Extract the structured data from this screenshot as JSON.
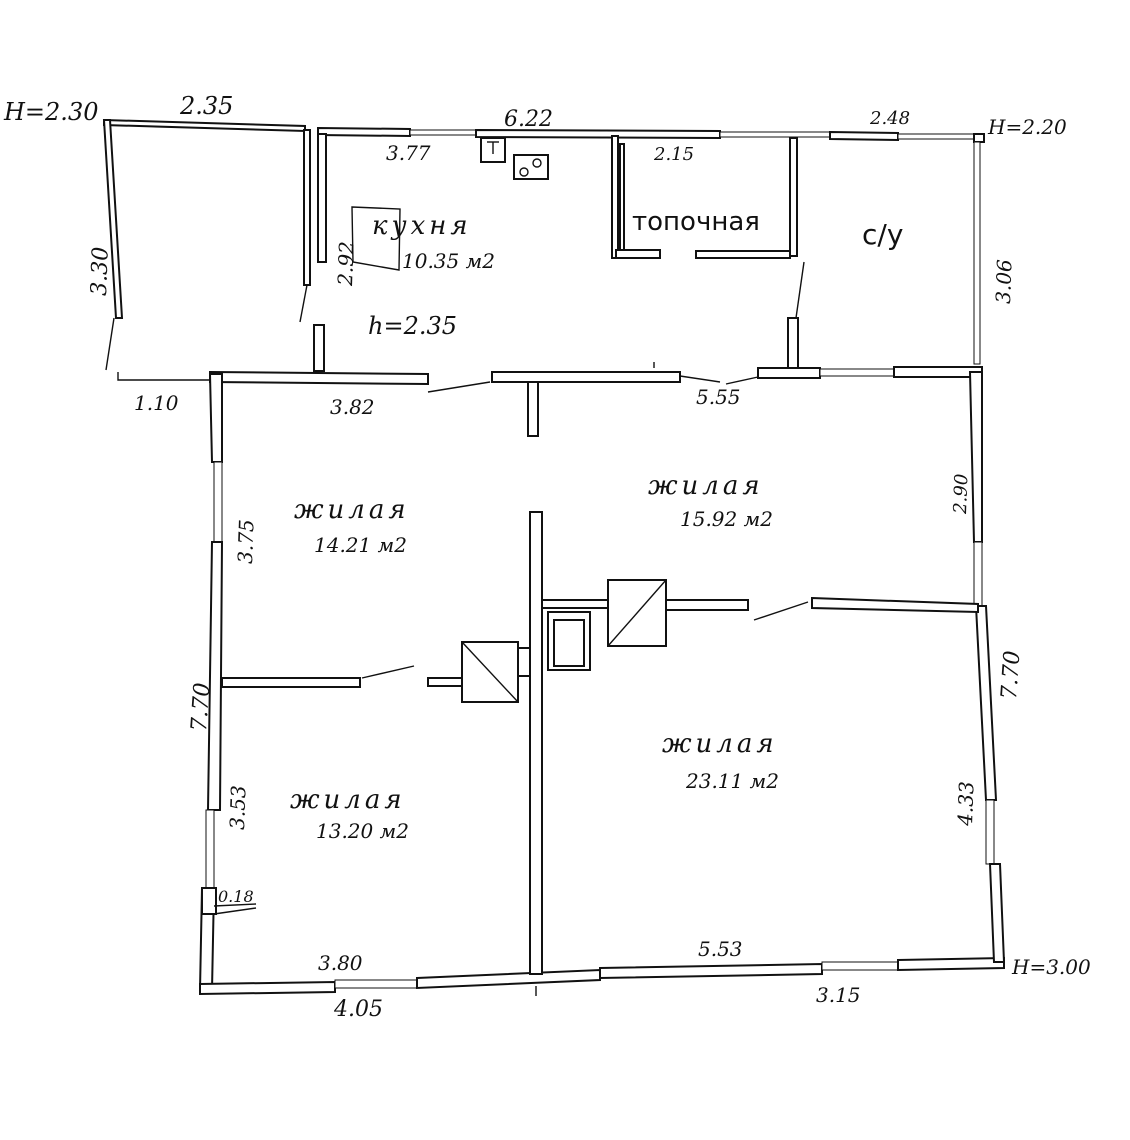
{
  "heights": {
    "top_left": "H=2.30",
    "top_right": "H=2.20",
    "bottom_right": "H=3.00",
    "kitchen": "h=2.35"
  },
  "rooms": {
    "kitchen_name": "кухня",
    "kitchen_area": "10.35 м2",
    "boiler_room": "топочная",
    "bathroom": "с/у",
    "room1_name": "жилая",
    "room1_area": "14.21 м2",
    "room2_name": "жилая",
    "room2_area": "15.92 м2",
    "room3_name": "жилая",
    "room3_area": "13.20 м2",
    "room4_name": "жилая",
    "room4_area": "23.11 м2"
  },
  "dimensions": {
    "d_235": "2.35",
    "d_622": "6.22",
    "d_248": "2.48",
    "d_377": "3.77",
    "d_215": "2.15",
    "d_330": "3.30",
    "d_292": "2.92",
    "d_306": "3.06",
    "d_110": "1.10",
    "d_382": "3.82",
    "d_555": "5.55",
    "d_375": "3.75",
    "d_290": "2.90",
    "d_770_left": "7.70",
    "d_770_right": "7.70",
    "d_353": "3.53",
    "d_433": "4.33",
    "d_018": "0.18",
    "d_380": "3.80",
    "d_553": "5.53",
    "d_405": "4.05",
    "d_315": "3.15"
  }
}
